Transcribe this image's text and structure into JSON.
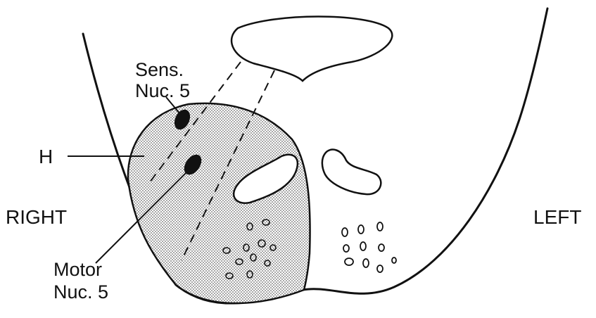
{
  "diagram": {
    "labels": {
      "sens_line1": "Sens.",
      "sens_line2": "Nuc. 5",
      "h": "H",
      "right": "RIGHT",
      "left": "LEFT",
      "motor_line1": "Motor",
      "motor_line2": "Nuc. 5"
    },
    "colors": {
      "ink": "#111111",
      "stipple_dot": "#6b6b6b",
      "background": "#ffffff"
    }
  }
}
